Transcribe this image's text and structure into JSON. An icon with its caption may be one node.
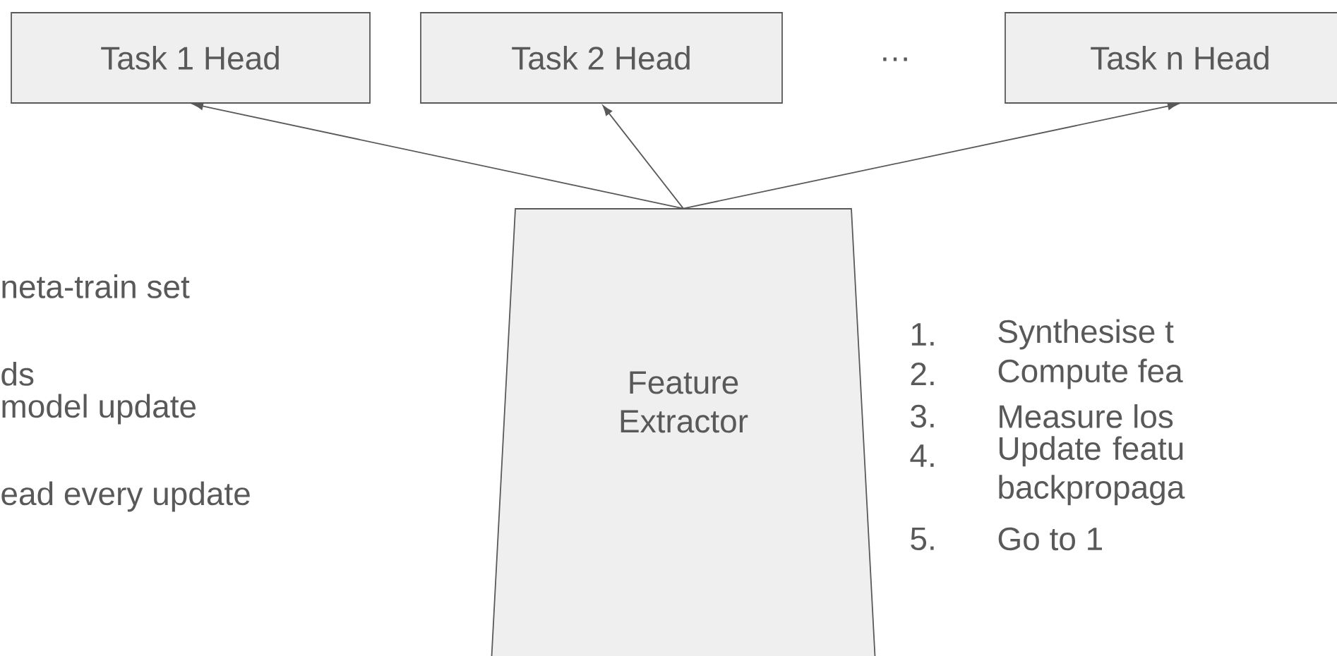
{
  "diagram": {
    "nodes": [
      {
        "text": [
          "Task 1 Head"
        ]
      },
      {
        "text": [
          "Task 2 Head"
        ]
      },
      {
        "text": [
          "Task n Head"
        ]
      },
      {
        "text": [
          "Feature Extractor"
        ]
      }
    ],
    "edges": [
      {
        "from": 3,
        "to": 0,
        "arrow": "to"
      },
      {
        "from": 3,
        "to": 1,
        "arrow": "to"
      },
      {
        "from": 3,
        "to": 2,
        "arrow": "to"
      }
    ],
    "labels": [
      "…",
      "neta-train set",
      "ds",
      "model update",
      "ead every update",
      "1.",
      "Synthesise t",
      "2.",
      "Compute fea",
      "3.",
      "Measure los",
      "4.",
      "Update featu backpropaga",
      "5.",
      "Go to 1"
    ]
  }
}
